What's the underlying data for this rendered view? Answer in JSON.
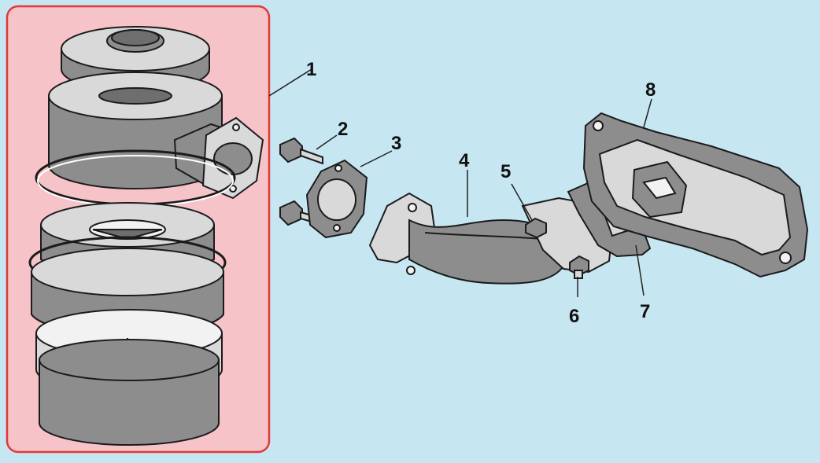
{
  "diagram": {
    "background_color": "#c6e6f1",
    "highlight_color": "#f6c3c8",
    "highlight_border_color": "#e03a3a",
    "callouts": [
      {
        "id": "1",
        "label": "1"
      },
      {
        "id": "2",
        "label": "2"
      },
      {
        "id": "3",
        "label": "3"
      },
      {
        "id": "4",
        "label": "4"
      },
      {
        "id": "5",
        "label": "5"
      },
      {
        "id": "6",
        "label": "6"
      },
      {
        "id": "7",
        "label": "7"
      },
      {
        "id": "8",
        "label": "8"
      }
    ],
    "parts": [
      {
        "id": "1",
        "icon": "air-filter-assembly"
      },
      {
        "id": "2",
        "icon": "bolt"
      },
      {
        "id": "3",
        "icon": "flange-gasket"
      },
      {
        "id": "4",
        "icon": "intake-elbow-pipe"
      },
      {
        "id": "5",
        "icon": "nut"
      },
      {
        "id": "6",
        "icon": "stud"
      },
      {
        "id": "7",
        "icon": "manifold-gasket"
      },
      {
        "id": "8",
        "icon": "intake-manifold"
      }
    ]
  }
}
